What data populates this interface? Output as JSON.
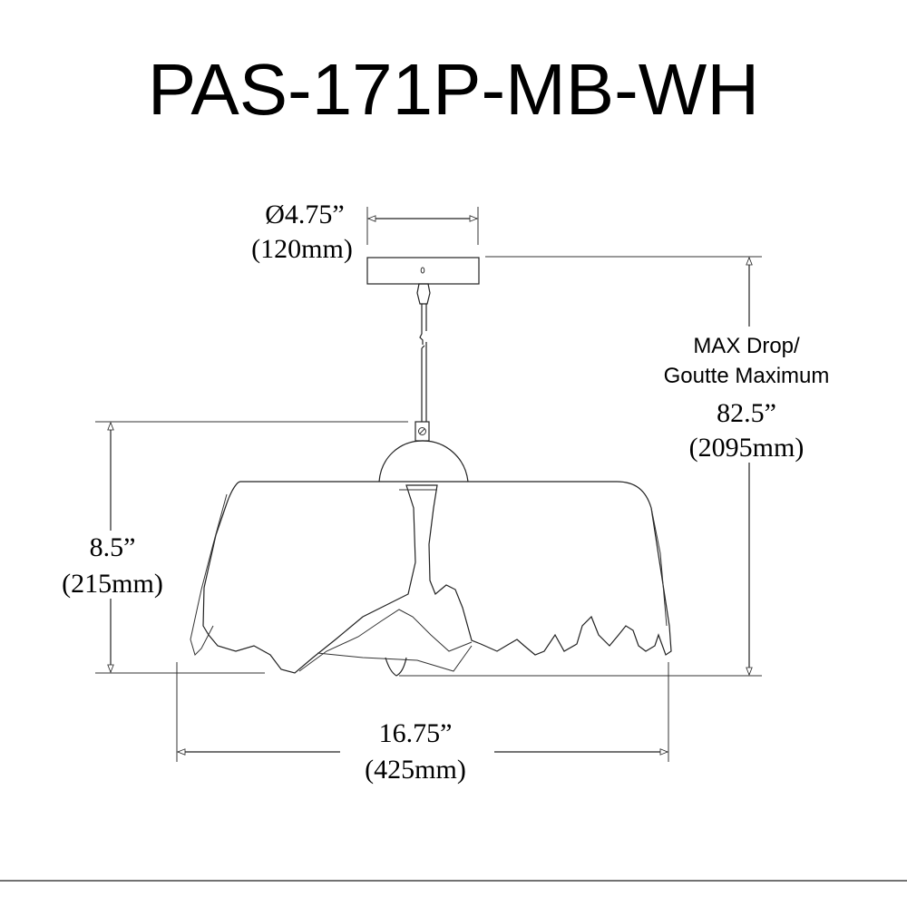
{
  "title": "PAS-171P-MB-WH",
  "dimensions": {
    "canopy_diameter": {
      "imperial": "Ø4.75”",
      "metric": "(120mm)"
    },
    "height": {
      "imperial": "8.5”",
      "metric": "(215mm)"
    },
    "max_drop": {
      "label_en": "MAX Drop/",
      "label_fr": "Goutte Maximum",
      "imperial": "82.5”",
      "metric": "(2095mm)"
    },
    "width": {
      "imperial": "16.75”",
      "metric": "(425mm)"
    }
  }
}
